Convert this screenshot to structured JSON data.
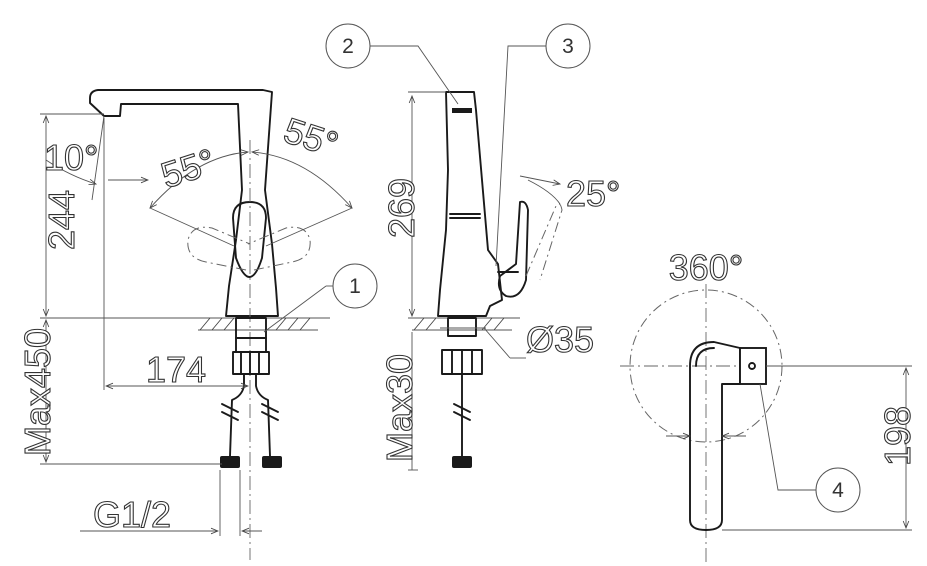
{
  "dimensions": {
    "spout_angle": "10°",
    "swivel_left": "55°",
    "swivel_right": "55°",
    "height_front": "244",
    "height_side": "269",
    "max_below_front": "Max450",
    "max_below_side": "Max30",
    "reach": "174",
    "connection": "G1/2",
    "lever_tilt": "25°",
    "hole_diameter": "Ø35",
    "rotation": "360°",
    "lever_length": "198"
  },
  "callouts": [
    "1",
    "2",
    "3",
    "4"
  ],
  "icons": [
    "arrow-head-icon"
  ]
}
